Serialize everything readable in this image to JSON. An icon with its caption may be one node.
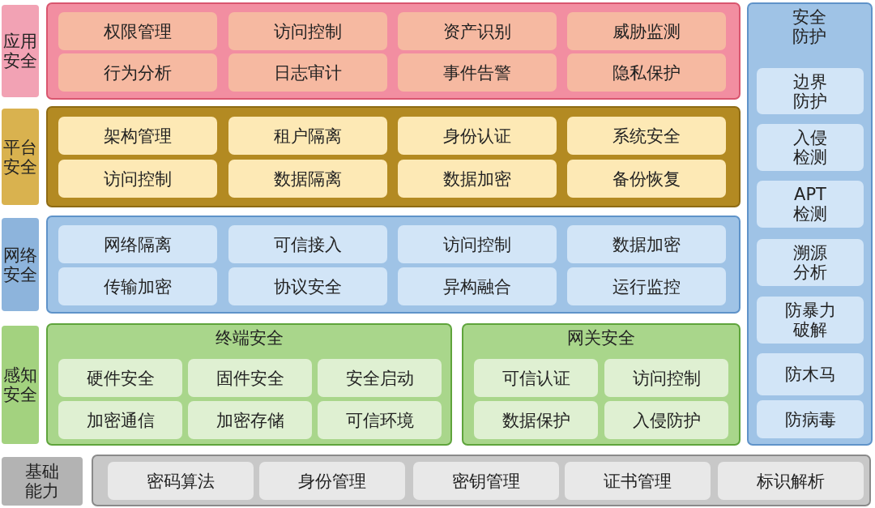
{
  "diagram": {
    "nodes": [
      {
        "text": [
          "应用安全"
        ]
      },
      {
        "text": [],
        "shape": "box"
      },
      {
        "text": [
          "权限管理"
        ],
        "in": 1
      },
      {
        "text": [
          "访问控制"
        ],
        "in": 1
      },
      {
        "text": [
          "资产识别"
        ],
        "in": 1
      },
      {
        "text": [
          "威胁监测"
        ],
        "in": 1
      },
      {
        "text": [
          "行为分析"
        ],
        "in": 1
      },
      {
        "text": [
          "日志审计"
        ],
        "in": 1
      },
      {
        "text": [
          "事件告警"
        ],
        "in": 1
      },
      {
        "text": [
          "隐私保护"
        ],
        "in": 1
      },
      {
        "text": [
          "平台安全"
        ]
      },
      {
        "text": [],
        "shape": "box"
      },
      {
        "text": [
          "架构管理"
        ],
        "in": 11
      },
      {
        "text": [
          "租户隔离"
        ],
        "in": 11
      },
      {
        "text": [
          "身份认证"
        ],
        "in": 11
      },
      {
        "text": [
          "系统安全"
        ],
        "in": 11
      },
      {
        "text": [
          "访问控制"
        ],
        "in": 11
      },
      {
        "text": [
          "数据隔离"
        ],
        "in": 11
      },
      {
        "text": [
          "数据加密"
        ],
        "in": 11
      },
      {
        "text": [
          "备份恢复"
        ],
        "in": 11
      },
      {
        "text": [
          "网络安全"
        ]
      },
      {
        "text": [],
        "shape": "box"
      },
      {
        "text": [
          "网络隔离"
        ],
        "in": 21
      },
      {
        "text": [
          "可信接入"
        ],
        "in": 21
      },
      {
        "text": [
          "访问控制"
        ],
        "in": 21
      },
      {
        "text": [
          "数据加密"
        ],
        "in": 21
      },
      {
        "text": [
          "传输加密"
        ],
        "in": 21
      },
      {
        "text": [
          "协议安全"
        ],
        "in": 21
      },
      {
        "text": [
          "异构融合"
        ],
        "in": 21
      },
      {
        "text": [
          "运行监控"
        ],
        "in": 21
      },
      {
        "text": [
          "感知安全"
        ]
      },
      {
        "text": [
          "终端安全"
        ]
      },
      {
        "text": [
          "硬件安全"
        ],
        "in": 31
      },
      {
        "text": [
          "固件安全"
        ],
        "in": 31
      },
      {
        "text": [
          "安全启动"
        ],
        "in": 31
      },
      {
        "text": [
          "加密通信"
        ],
        "in": 31
      },
      {
        "text": [
          "加密存储"
        ],
        "in": 31
      },
      {
        "text": [
          "可信环境"
        ],
        "in": 31
      },
      {
        "text": [
          "网关安全"
        ]
      },
      {
        "text": [
          "可信认证"
        ],
        "in": 38
      },
      {
        "text": [
          "访问控制"
        ],
        "in": 38
      },
      {
        "text": [
          "数据保护"
        ],
        "in": 38
      },
      {
        "text": [
          "入侵防护"
        ],
        "in": 38
      },
      {
        "text": [
          "基础能力"
        ]
      },
      {
        "text": [],
        "shape": "box"
      },
      {
        "text": [
          "密码算法"
        ],
        "in": 44
      },
      {
        "text": [
          "身份管理"
        ],
        "in": 44
      },
      {
        "text": [
          "密钥管理"
        ],
        "in": 44
      },
      {
        "text": [
          "证书管理"
        ],
        "in": 44
      },
      {
        "text": [
          "标识解析"
        ],
        "in": 44
      },
      {
        "text": [
          "安全防护"
        ]
      },
      {
        "text": [
          "边界防护"
        ],
        "in": 50
      },
      {
        "text": [
          "入侵检测"
        ],
        "in": 50
      },
      {
        "text": [
          "APT检测"
        ],
        "in": 50
      },
      {
        "text": [
          "溯源分析"
        ],
        "in": 50
      },
      {
        "text": [
          "防暴力破解"
        ],
        "in": 50
      },
      {
        "text": [
          "防木马"
        ],
        "in": 50
      },
      {
        "text": [
          "防病毒"
        ],
        "in": 50
      }
    ]
  }
}
